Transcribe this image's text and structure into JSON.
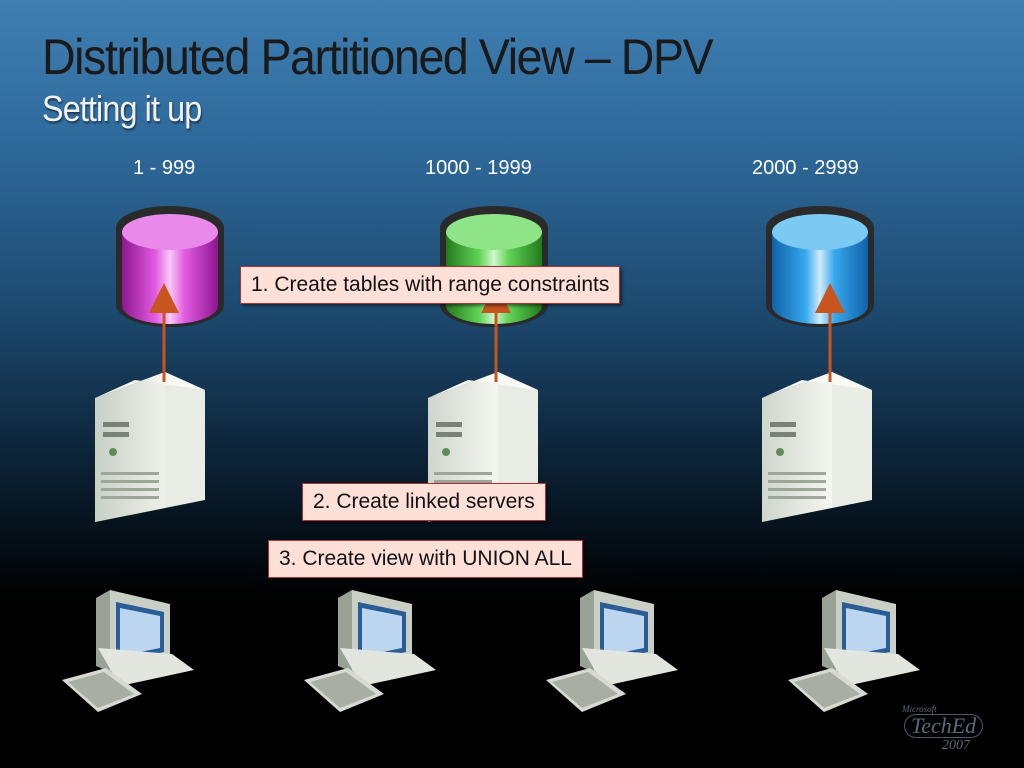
{
  "slide": {
    "title": "Distributed Partitioned View – DPV",
    "subtitle": "Setting it up"
  },
  "ranges": [
    "1 - 999",
    "1000 - 1999",
    "2000 - 2999"
  ],
  "steps": {
    "step1": "1. Create tables with range constraints",
    "step2": "2. Create linked servers",
    "step3": "3. Create view with UNION ALL"
  },
  "databases": [
    {
      "color": "#d63bd6"
    },
    {
      "color": "#5ccd52"
    },
    {
      "color": "#2f9fe6"
    }
  ],
  "logo": {
    "line1": "Microsoft",
    "line2": "TechEd",
    "line3": "2007"
  }
}
